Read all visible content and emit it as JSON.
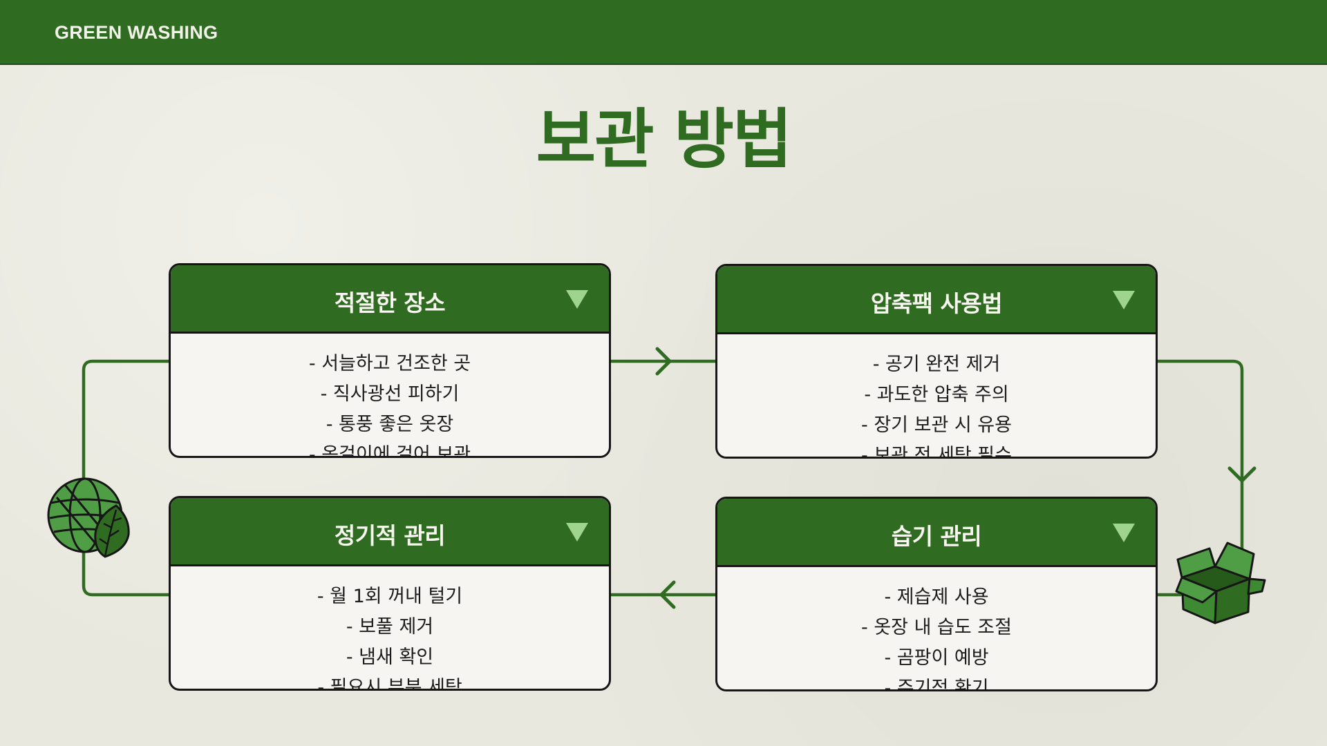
{
  "brand": "GREEN WASHING",
  "title": "보관 방법",
  "colors": {
    "primary_green": "#306b22",
    "light_green": "#9fd48e",
    "background": "#e8e8de",
    "card_body": "#f6f5f1",
    "outline": "#161616"
  },
  "cards": [
    {
      "title": "적절한 장소",
      "items": [
        "- 서늘하고 건조한 곳",
        "- 직사광선 피하기",
        "- 통풍 좋은 옷장",
        "- 옷걸이에 걸어 보관"
      ]
    },
    {
      "title": "압축팩 사용법",
      "items": [
        "- 공기 완전 제거",
        "- 과도한 압축 주의",
        "- 장기 보관 시 유용",
        "- 보관 전 세탁 필수"
      ]
    },
    {
      "title": "정기적 관리",
      "items": [
        "- 월 1회 꺼내 털기",
        "- 보풀 제거",
        "- 냄새 확인",
        "- 필요시 부분 세탁"
      ]
    },
    {
      "title": "습기 관리",
      "items": [
        "- 제습제 사용",
        "- 옷장 내 습도 조절",
        "- 곰팡이 예방",
        "- 주기적 환기"
      ]
    }
  ],
  "icons": {
    "toggle": "triangle-down-icon",
    "globe": "globe-leaf-icon",
    "box": "open-box-icon",
    "arrow_right": "arrow-right-icon",
    "arrow_down": "arrow-down-icon",
    "arrow_left": "arrow-left-icon"
  }
}
